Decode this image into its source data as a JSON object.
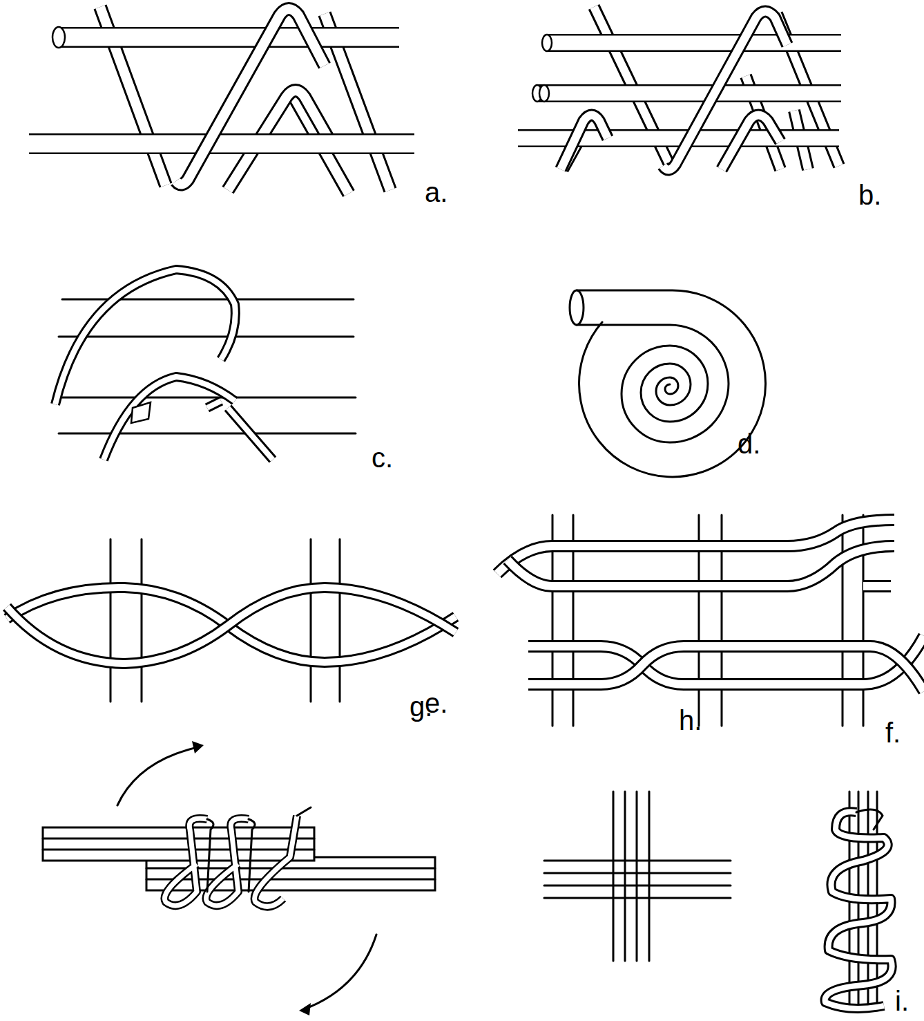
{
  "diagram": {
    "labels": [
      "a.",
      "b.",
      "c.",
      "d.",
      "e.",
      "f.",
      "g.",
      "h.",
      "i."
    ]
  }
}
